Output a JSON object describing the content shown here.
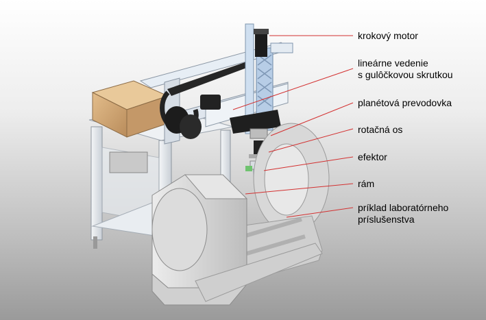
{
  "labels": {
    "stepper_motor": "krokový motor",
    "linear_guide_line1": "lineárne vedenie",
    "linear_guide_line2": "s gulôčkovou skrutkou",
    "planetary_gearbox": "planétová prevodovka",
    "rotary_axis": "rotačná os",
    "effector": "efektor",
    "frame": "rám",
    "lab_accessory_line1": "príklad laboratórneho",
    "lab_accessory_line2": "príslušenstva"
  },
  "colors": {
    "leader_line": "#d32f2f",
    "aluminium": "#dfe4ea",
    "grey_part": "#d9d9d9",
    "box": "#d2a877",
    "belt": "#2b2b2b",
    "guide_blue": "#bcd3ea"
  }
}
